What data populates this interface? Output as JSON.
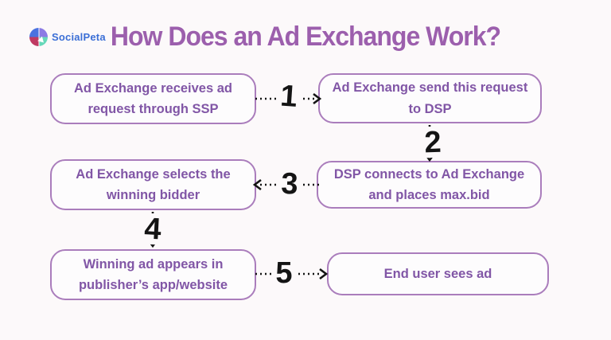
{
  "page": {
    "background_color": "#fcf9fa"
  },
  "logo": {
    "brand": "SocialPeta",
    "text_color": "#3b6fd6",
    "pie_colors": {
      "top_left": "#4a72e0",
      "top_right": "#8b7ae4",
      "bottom_left": "#bf3a62",
      "bottom_right": "#66d8b9"
    }
  },
  "header": {
    "title": "How Does an Ad Exchange Work?",
    "title_color": "#9c5fad"
  },
  "flow": {
    "accent": {
      "box_border_color": "#aa7dbc",
      "box_text_color": "#8156a6",
      "arrow_color": "#141414"
    },
    "boxes": [
      {
        "id": "receive-ssp",
        "position": "top-left",
        "label": "Ad Exchange receives ad request through SSP"
      },
      {
        "id": "send-dsp",
        "position": "top-right",
        "label": "Ad Exchange send this request to DSP"
      },
      {
        "id": "dsp-max-bid",
        "position": "middle-right",
        "label": "DSP connects to Ad Exchange and places max.bid"
      },
      {
        "id": "select-winner",
        "position": "middle-left",
        "label": "Ad Exchange selects the winning bidder"
      },
      {
        "id": "winning-ad",
        "position": "bottom-left",
        "label": "Winning ad appears in publisher’s app/website"
      },
      {
        "id": "end-user",
        "position": "bottom-right",
        "label": "End user sees ad"
      }
    ],
    "steps": [
      {
        "number": "1",
        "from": "receive-ssp",
        "to": "send-dsp",
        "direction": "right"
      },
      {
        "number": "2",
        "from": "send-dsp",
        "to": "dsp-max-bid",
        "direction": "down"
      },
      {
        "number": "3",
        "from": "dsp-max-bid",
        "to": "select-winner",
        "direction": "left"
      },
      {
        "number": "4",
        "from": "select-winner",
        "to": "winning-ad",
        "direction": "down"
      },
      {
        "number": "5",
        "from": "winning-ad",
        "to": "end-user",
        "direction": "right"
      }
    ]
  }
}
